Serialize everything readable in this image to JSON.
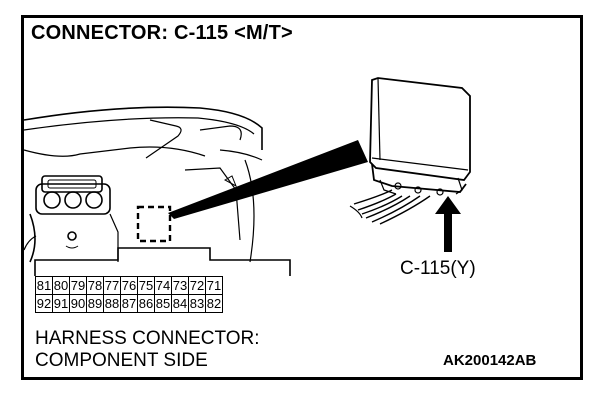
{
  "title": "CONNECTOR: C-115 <M/T>",
  "connector_label": "C-115(Y)",
  "caption_line1": "HARNESS CONNECTOR:",
  "caption_line2": "COMPONENT SIDE",
  "figure_code": "AK200142AB",
  "pin_rows": [
    [
      "81",
      "80",
      "79",
      "78",
      "77",
      "76",
      "75",
      "74",
      "73",
      "72",
      "71"
    ],
    [
      "92",
      "91",
      "90",
      "89",
      "88",
      "87",
      "86",
      "85",
      "84",
      "83",
      "82"
    ]
  ]
}
